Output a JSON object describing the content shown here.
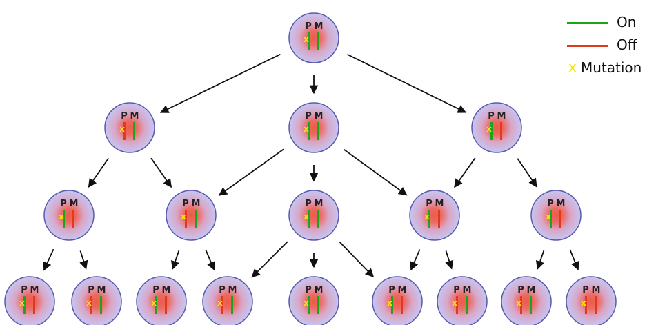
{
  "colors": {
    "on": "#1aa51a",
    "off": "#e2391c",
    "mutation": "#f5e800",
    "cell_fill_outer": "#c8c8f2",
    "cell_fill_inner": "#ec5b4a",
    "cell_border": "#5a5aaa",
    "arrow": "#111111"
  },
  "legend": {
    "on_label": "On",
    "off_label": "Off",
    "mutation_symbol": "x",
    "mutation_label": "Mutation"
  },
  "chromosome_labels": {
    "paternal": "P",
    "maternal": "M"
  },
  "cells": [
    {
      "id": "root",
      "p": "on",
      "m": "on",
      "mutation": "p"
    },
    {
      "id": "g1a",
      "p": "off",
      "m": "on",
      "mutation": "p"
    },
    {
      "id": "g1b",
      "p": "on",
      "m": "on",
      "mutation": "p"
    },
    {
      "id": "g1c",
      "p": "on",
      "m": "off",
      "mutation": "p"
    },
    {
      "id": "g2a",
      "p": "on",
      "m": "off",
      "mutation": "p"
    },
    {
      "id": "g2b",
      "p": "off",
      "m": "on",
      "mutation": "p"
    },
    {
      "id": "g2c",
      "p": "on",
      "m": "on",
      "mutation": "p"
    },
    {
      "id": "g2d",
      "p": "on",
      "m": "off",
      "mutation": "p"
    },
    {
      "id": "g2e",
      "p": "on",
      "m": "off",
      "mutation": "p"
    },
    {
      "id": "g3a",
      "p": "on",
      "m": "off",
      "mutation": "p"
    },
    {
      "id": "g3b",
      "p": "off",
      "m": "on",
      "mutation": "p"
    },
    {
      "id": "g3c",
      "p": "on",
      "m": "off",
      "mutation": "p"
    },
    {
      "id": "g3d",
      "p": "off",
      "m": "on",
      "mutation": "p"
    },
    {
      "id": "g3e",
      "p": "on",
      "m": "on",
      "mutation": "p"
    },
    {
      "id": "g3f",
      "p": "on",
      "m": "off",
      "mutation": "p"
    },
    {
      "id": "g3g",
      "p": "off",
      "m": "on",
      "mutation": "p"
    },
    {
      "id": "g3h",
      "p": "off",
      "m": "on",
      "mutation": "p"
    },
    {
      "id": "g3i",
      "p": "off",
      "m": "off",
      "mutation": "p"
    }
  ],
  "lineage": [
    [
      "root",
      "g1a"
    ],
    [
      "root",
      "g1b"
    ],
    [
      "root",
      "g1c"
    ],
    [
      "g1a",
      "g2a"
    ],
    [
      "g1a",
      "g2b"
    ],
    [
      "g1b",
      "g2b"
    ],
    [
      "g1b",
      "g2c"
    ],
    [
      "g1b",
      "g2d"
    ],
    [
      "g1c",
      "g2d"
    ],
    [
      "g1c",
      "g2e"
    ],
    [
      "g2a",
      "g3a"
    ],
    [
      "g2a",
      "g3b"
    ],
    [
      "g2b",
      "g3c"
    ],
    [
      "g2b",
      "g3d"
    ],
    [
      "g2c",
      "g3d"
    ],
    [
      "g2c",
      "g3e"
    ],
    [
      "g2c",
      "g3f"
    ],
    [
      "g2d",
      "g3f"
    ],
    [
      "g2d",
      "g3g"
    ],
    [
      "g2e",
      "g3h"
    ],
    [
      "g2e",
      "g3i"
    ]
  ]
}
